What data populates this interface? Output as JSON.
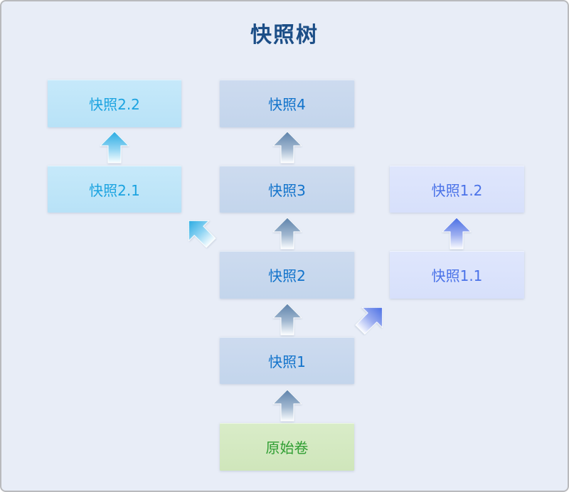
{
  "title": "快照树",
  "nodes": {
    "snapshot22": {
      "label": "快照2.2"
    },
    "snapshot21": {
      "label": "快照2.1"
    },
    "snapshot4": {
      "label": "快照4"
    },
    "snapshot3": {
      "label": "快照3"
    },
    "snapshot2": {
      "label": "快照2"
    },
    "snapshot1": {
      "label": "快照1"
    },
    "snapshot12": {
      "label": "快照1.2"
    },
    "snapshot11": {
      "label": "快照1.1"
    },
    "origin": {
      "label": "原始卷"
    }
  },
  "edges": [
    {
      "from": "原始卷",
      "to": "快照1",
      "direction": "up",
      "color": "steel-blue"
    },
    {
      "from": "快照1",
      "to": "快照2",
      "direction": "up",
      "color": "steel-blue"
    },
    {
      "from": "快照2",
      "to": "快照3",
      "direction": "up",
      "color": "steel-blue"
    },
    {
      "from": "快照3",
      "to": "快照4",
      "direction": "up",
      "color": "steel-blue"
    },
    {
      "from": "快照2",
      "to": "快照2.1",
      "direction": "up-left",
      "color": "cyan"
    },
    {
      "from": "快照2.1",
      "to": "快照2.2",
      "direction": "up",
      "color": "cyan"
    },
    {
      "from": "快照1",
      "to": "快照1.1",
      "direction": "up-right",
      "color": "cornflower"
    },
    {
      "from": "快照1.1",
      "to": "快照1.2",
      "direction": "up",
      "color": "cornflower"
    }
  ],
  "colors": {
    "background": "#e8edf7",
    "frame_border": "#b9babd",
    "title_text": "#1c4e87",
    "mid_box_fill": "#c3d5ec",
    "mid_box_text": "#1273cb",
    "cyan_box_fill": "#b8e2f7",
    "cyan_box_text": "#1ba3e0",
    "periwinkle_box_fill": "#d9e1fb",
    "periwinkle_box_text": "#4a72e8",
    "green_box_fill": "#d2e8c0",
    "green_box_text": "#2f9e32",
    "arrow_steel": "#5d82ab",
    "arrow_cyan": "#29abe2",
    "arrow_cornflower": "#4a6fe4"
  }
}
